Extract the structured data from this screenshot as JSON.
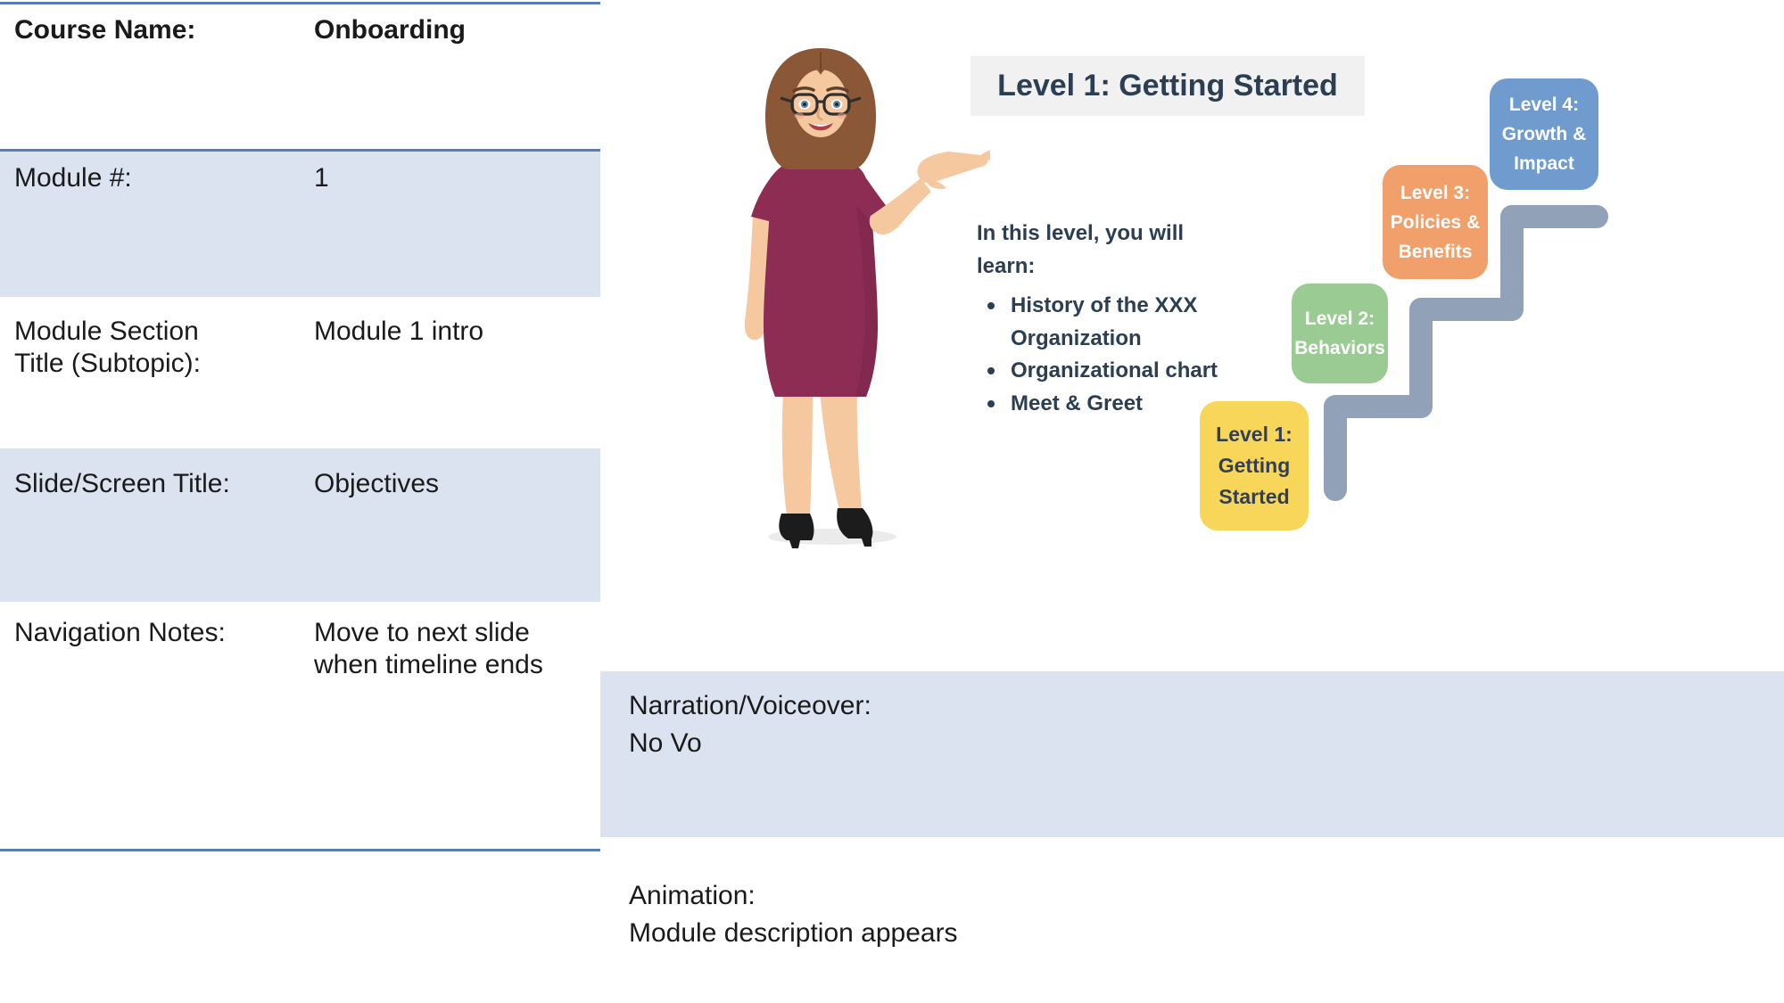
{
  "colors": {
    "table-border": "#5b7fb5",
    "row-shade": "#dbe3f1",
    "navy": "#2b3e52",
    "text-black": "#1a1a1a",
    "title-box-bg": "#f1f1f2",
    "level1": "#f8d65a",
    "level1-text": "#333f55",
    "level2": "#9acb92",
    "level3": "#f2a06b",
    "level4": "#6f9bce",
    "stairs": "#91a1b8",
    "dress": "#8e2d53",
    "dress-dark": "#76234a",
    "skin": "#f6c8a0",
    "skin-shade": "#e9ae82",
    "hair": "#8a5737",
    "hair-dark": "#6f4429",
    "shoe": "#1c1c1c",
    "shadow-grey": "#ebebeb"
  },
  "table": {
    "rows": [
      {
        "label": "Course Name:",
        "value": "Onboarding"
      },
      {
        "label": "Module #:",
        "value": "1"
      },
      {
        "label": "Module Section Title (Subtopic):",
        "value": "Module 1 intro"
      },
      {
        "label": "Slide/Screen Title:",
        "value": "Objectives"
      },
      {
        "label": "Navigation Notes:",
        "value": "Move to next slide when timeline ends"
      }
    ]
  },
  "slide": {
    "title": "Level 1: Getting Started",
    "intro": {
      "lines": [
        "In this level, you will",
        "learn:"
      ]
    },
    "bullets": [
      "History of the XXX Organization",
      "Organizational chart",
      "Meet & Greet"
    ],
    "levels": [
      {
        "lines": [
          "Level 1:",
          "Getting",
          "Started"
        ]
      },
      {
        "lines": [
          "Level 2:",
          "Behaviors"
        ]
      },
      {
        "lines": [
          "Level 3:",
          "Policies &",
          "Benefits"
        ]
      },
      {
        "lines": [
          "Level 4:",
          "Growth &",
          "Impact"
        ]
      }
    ],
    "illustration": "presenter-woman"
  },
  "narration": {
    "label": "Narration/Voiceover:",
    "value": "No Vo"
  },
  "animation": {
    "label": "Animation:",
    "value": "Module description appears"
  }
}
